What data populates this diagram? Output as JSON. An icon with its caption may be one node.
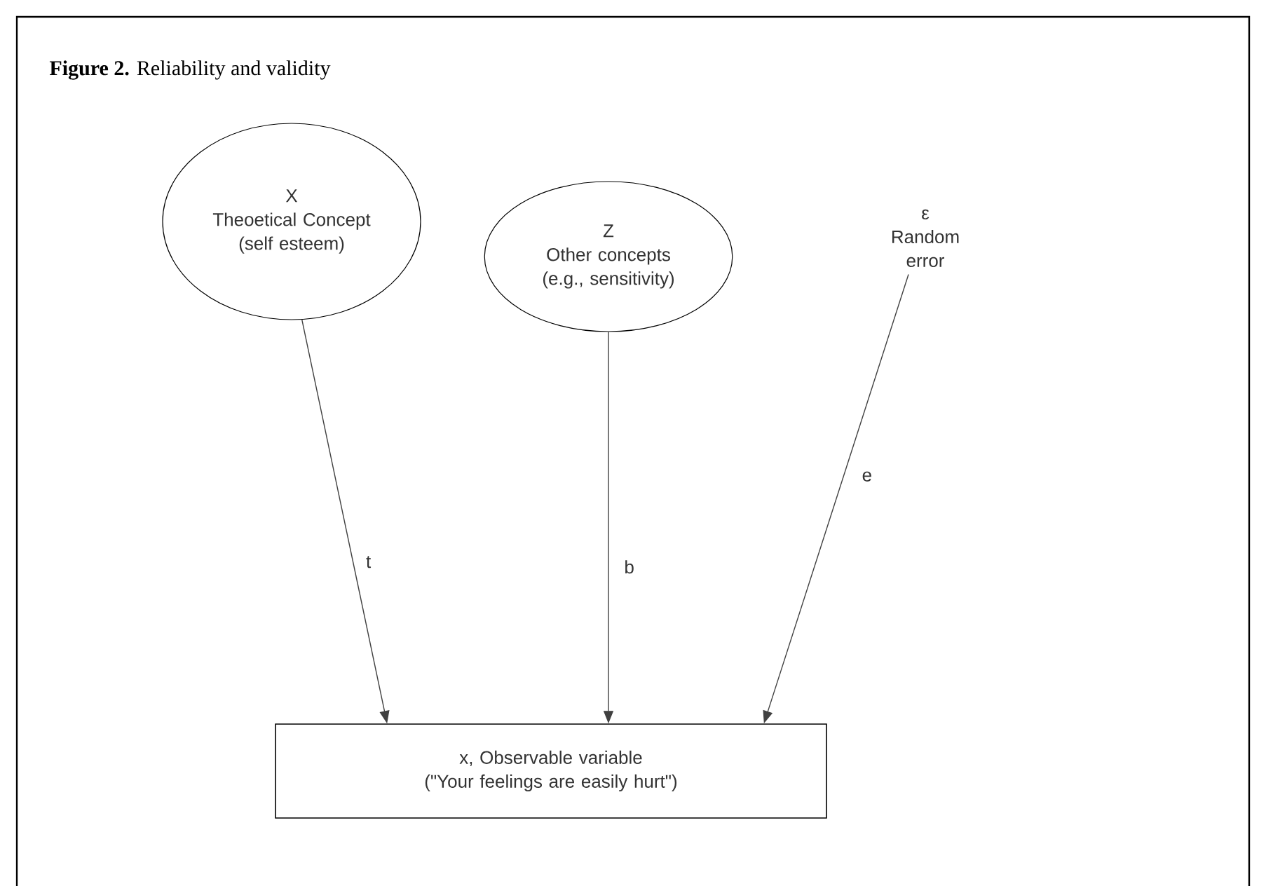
{
  "diagram": {
    "title": "**Figure 2.** Reliability and validity",
    "nodes": [
      {
        "text": [
          "X",
          "Theoetical Concept (self esteem)"
        ]
      },
      {
        "text": [
          "Z",
          "Other concepts (e.g., sensitivity)"
        ]
      },
      {
        "text": [
          "ε",
          "Random error"
        ]
      },
      {
        "text": [
          "x, Observable variable",
          "(\"Your feelings are easily hurt\")"
        ]
      }
    ],
    "edges": [
      {
        "from": 0,
        "to": 3,
        "arrow": "to",
        "label": "t"
      },
      {
        "from": 1,
        "to": 3,
        "arrow": "to",
        "label": "b"
      },
      {
        "from": 2,
        "to": 3,
        "arrow": "to",
        "label": "e"
      }
    ]
  }
}
